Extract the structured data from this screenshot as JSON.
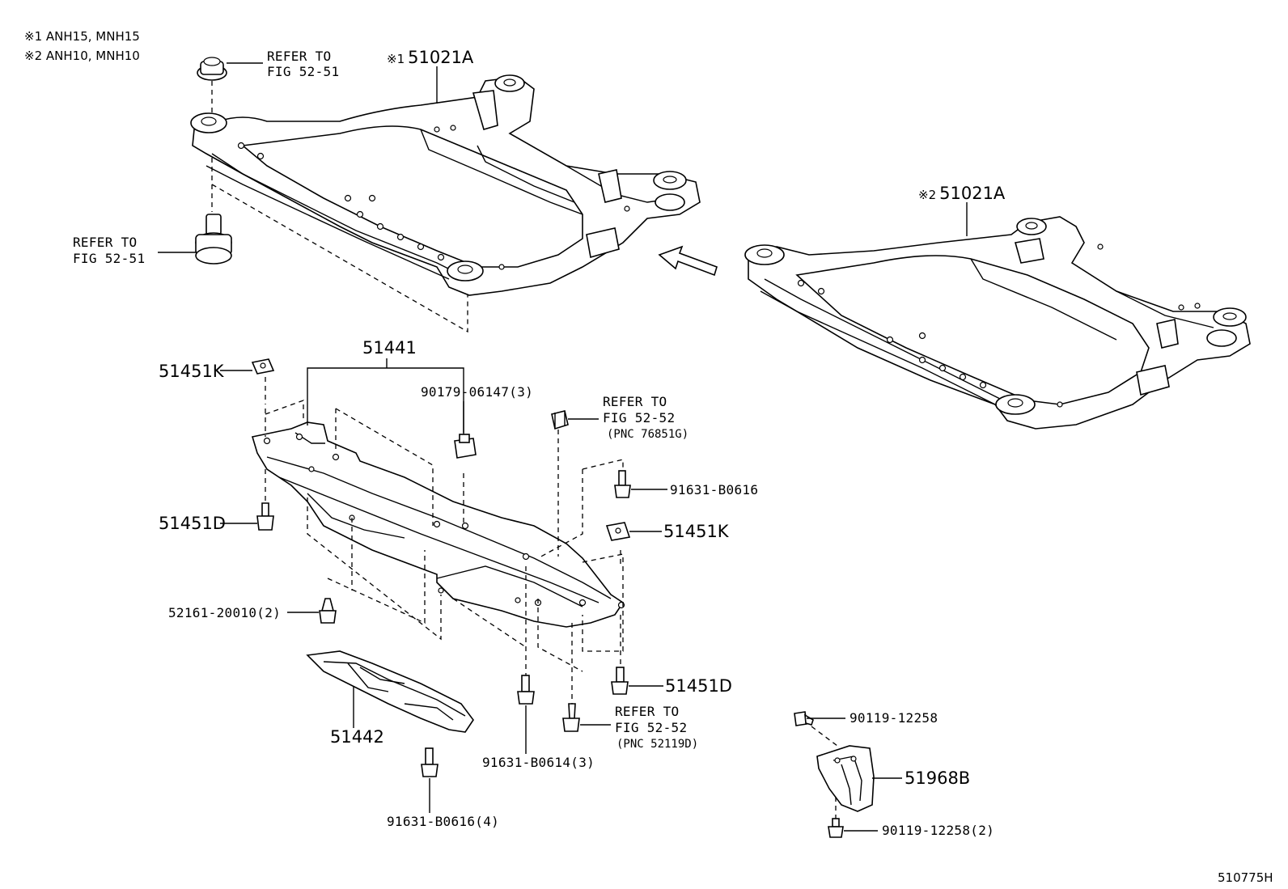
{
  "notes": [
    {
      "mark": "※1",
      "text": "ANH15, MNH15"
    },
    {
      "mark": "※2",
      "text": "ANH10, MNH10"
    }
  ],
  "callouts": {
    "frame1": {
      "mark": "※1",
      "code": "51021A"
    },
    "frame2": {
      "mark": "※2",
      "code": "51021A"
    },
    "refer_top": [
      "REFER TO",
      "FIG 52-51"
    ],
    "refer_left": [
      "REFER TO",
      "FIG 52-51"
    ],
    "refer_clip": [
      "REFER TO",
      "FIG 52-52",
      "(PNC 76851G)"
    ],
    "refer_screw": [
      "REFER TO",
      "FIG 52-52",
      "(PNC 52119D)"
    ],
    "p51441": "51441",
    "p51451K_a": "51451K",
    "p51451K_b": "51451K",
    "p51451D_a": "51451D",
    "p51451D_b": "51451D",
    "p90179": "90179-06147(3)",
    "p91631_B0616": "91631-B0616",
    "p52161": "52161-20010(2)",
    "p51442": "51442",
    "p91631_B0614": "91631-B0614(3)",
    "p91631_B0616_4": "91631-B0616(4)",
    "p90119_a": "90119-12258",
    "p51968B": "51968B",
    "p90119_b": "90119-12258(2)"
  },
  "figure_id": "510775H"
}
